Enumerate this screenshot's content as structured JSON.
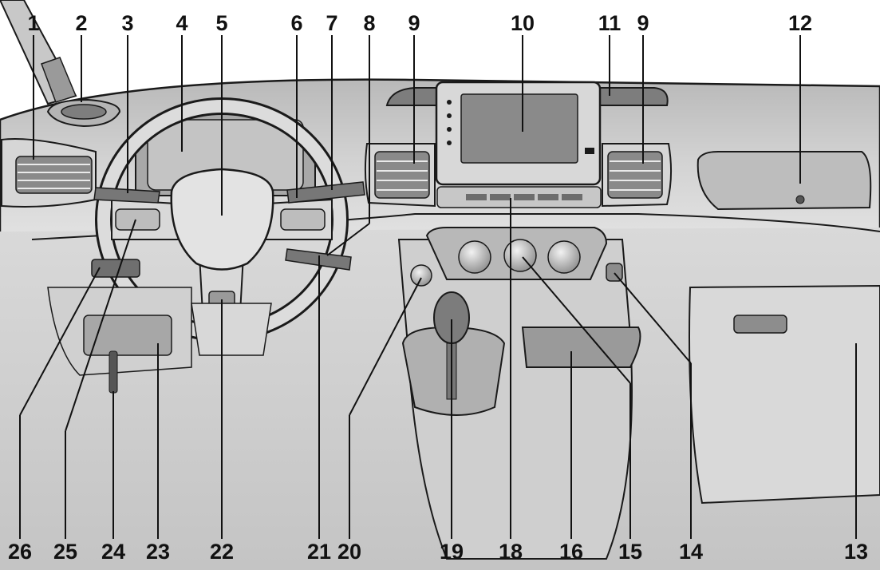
{
  "top_labels": [
    "1",
    "2",
    "3",
    "4",
    "5",
    "6",
    "7",
    "8",
    "9",
    "10",
    "11",
    "9",
    "12"
  ],
  "bottom_labels": [
    "26",
    "25",
    "24",
    "23",
    "22",
    "21",
    "20",
    "19",
    "18",
    "16",
    "15",
    "14",
    "13"
  ],
  "colors": {
    "dashboard": "#cfcfcf",
    "dashboard_dark": "#a9a9a9",
    "dashboard_light": "#e6e6e6",
    "outline": "#1a1a1a",
    "screen": "#8a8a8a",
    "leader_line": "#111111"
  }
}
